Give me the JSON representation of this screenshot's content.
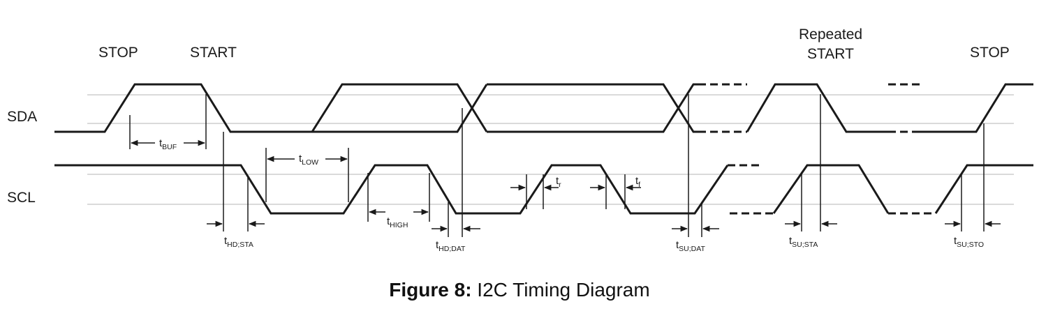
{
  "headers": {
    "stop_1": "STOP",
    "start": "START",
    "repeated": "Repeated",
    "repeated_start": "START",
    "stop_2": "STOP"
  },
  "signals": {
    "sda": "SDA",
    "scl": "SCL"
  },
  "timings": {
    "t_buf": {
      "main": "t",
      "sub": "BUF"
    },
    "t_low": {
      "main": "t",
      "sub": "LOW"
    },
    "t_high": {
      "main": "t",
      "sub": "HIGH"
    },
    "t_r": {
      "main": "t",
      "sub": "r"
    },
    "t_f": {
      "main": "t",
      "sub": "f"
    },
    "t_hd_sta": {
      "main": "t",
      "sub": "HD;STA"
    },
    "t_hd_dat": {
      "main": "t",
      "sub": "HD;DAT"
    },
    "t_su_dat": {
      "main": "t",
      "sub": "SU;DAT"
    },
    "t_su_sta": {
      "main": "t",
      "sub": "SU;STA"
    },
    "t_su_sto": {
      "main": "t",
      "sub": "SU;STO"
    }
  },
  "caption": {
    "bold": "Figure 8:",
    "text": " I2C Timing Diagram"
  }
}
